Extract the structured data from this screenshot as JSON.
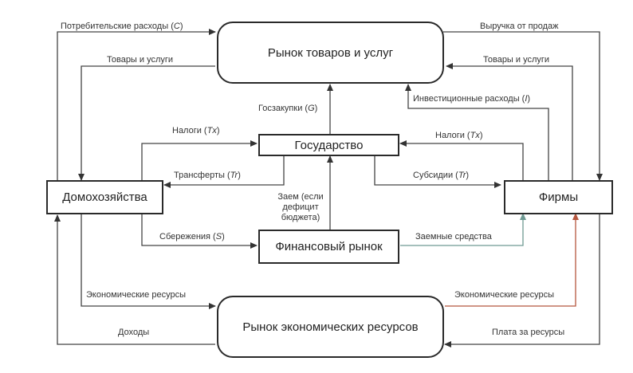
{
  "nodes": {
    "goods_market": "Рынок товаров и услуг",
    "resources_market": "Рынок экономических ресурсов",
    "government": "Государство",
    "financial_market": "Финансовый рынок",
    "households": "Домохозяйства",
    "firms": "Фирмы"
  },
  "flows": {
    "consumer_spending": {
      "text": "Потребительские расходы (",
      "var": "C",
      "end": ")"
    },
    "goods_services_left": "Товары и услуги",
    "sales_revenue": "Выручка от продаж",
    "goods_services_right": "Товары и услуги",
    "gov_purchases": {
      "text": "Госзакупки (",
      "var": "G",
      "end": ")"
    },
    "investment": {
      "text": "Инвестиционные расходы (",
      "var": "I",
      "end": ")"
    },
    "taxes_left": {
      "text": "Налоги (",
      "var": "Tx",
      "end": ")"
    },
    "taxes_right": {
      "text": "Налоги (",
      "var": "Tx",
      "end": ")"
    },
    "transfers": {
      "text": "Трансферты (",
      "var": "Tr",
      "end": ")"
    },
    "subsidies": {
      "text": "Субсидии (",
      "var": "Tr",
      "end": ")"
    },
    "loan": "Заем (если дефицит бюджета)",
    "savings": {
      "text": "Сбережения (",
      "var": "S",
      "end": ")"
    },
    "borrowed_funds": "Заемные средства",
    "resources_left": "Экономические ресурсы",
    "resources_right": "Экономические ресурсы",
    "incomes": "Доходы",
    "resource_payment": "Плата за ресурсы"
  },
  "colors": {
    "line": "#444444",
    "accent_red": "#b5563e",
    "accent_teal": "#6f9a93"
  }
}
